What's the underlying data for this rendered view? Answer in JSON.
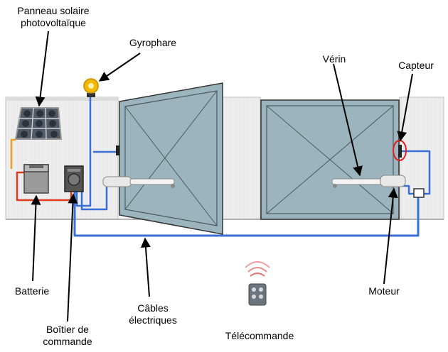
{
  "labels": {
    "solar_panel_line1": "Panneau solaire",
    "solar_panel_line2": "photovoltaïque",
    "beacon": "Gyrophare",
    "actuator": "Vérin",
    "sensor": "Capteur",
    "battery": "Batterie",
    "control_box_line1": "Boîtier de",
    "control_box_line2": "commande",
    "cables_line1": "Câbles",
    "cables_line2": "électriques",
    "remote": "Télécommande",
    "motor": "Moteur"
  },
  "colors": {
    "gate_fill": "#9bb4bd",
    "gate_stroke": "#333333",
    "wall_fill": "#ececec",
    "cable_blue": "#3a6fd8",
    "cable_red": "#e03a1e",
    "cable_orange": "#f0a020",
    "beacon_yellow": "#f5b800",
    "sensor_ring": "#e02020"
  }
}
